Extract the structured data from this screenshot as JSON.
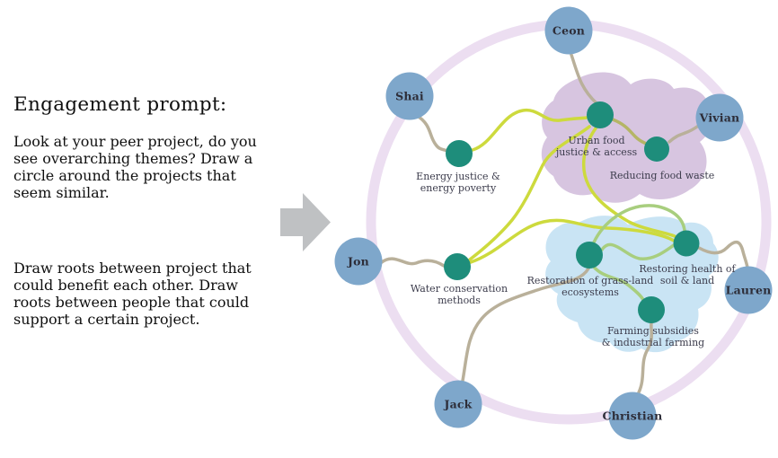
{
  "prompt_panel": {
    "title": "Engagement prompt:",
    "paragraph1": "Look at your peer project, do you\nsee overarching themes? Draw a\ncircle around the projects that\nseem similar.",
    "paragraph2": "Draw roots between project that\ncould benefit each other. Draw\nroots between people that could\nsupport a certain project."
  },
  "diagram": {
    "people": [
      {
        "id": "ceon",
        "name": "Ceon"
      },
      {
        "id": "shai",
        "name": "Shai"
      },
      {
        "id": "vivian",
        "name": "Vivian"
      },
      {
        "id": "jon",
        "name": "Jon"
      },
      {
        "id": "lauren",
        "name": "Lauren"
      },
      {
        "id": "jack",
        "name": "Jack"
      },
      {
        "id": "christian",
        "name": "Christian"
      }
    ],
    "projects": [
      {
        "id": "energy",
        "label": "Energy justice &\nenergy poverty"
      },
      {
        "id": "urban",
        "label": "Urban food\njustice & access"
      },
      {
        "id": "reducing",
        "label": "Reducing food waste"
      },
      {
        "id": "water",
        "label": "Water conservation\nmethods"
      },
      {
        "id": "restoration",
        "label": "Restoration of grass-land\necosystems"
      },
      {
        "id": "restoring",
        "label": "Restoring health of\nsoil & land"
      },
      {
        "id": "farming",
        "label": "Farming subsidies\n& industrial farming"
      }
    ],
    "theme_circles": [
      {
        "id": "food-theme",
        "members": [
          "urban",
          "reducing"
        ]
      },
      {
        "id": "land-theme",
        "members": [
          "restoration",
          "restoring",
          "farming"
        ]
      }
    ],
    "roots_person_to_project": [
      [
        "ceon",
        "urban"
      ],
      [
        "shai",
        "energy"
      ],
      [
        "vivian",
        "reducing"
      ],
      [
        "jon",
        "water"
      ],
      [
        "lauren",
        "restoring"
      ],
      [
        "jack",
        "restoration"
      ],
      [
        "christian",
        "farming"
      ]
    ],
    "roots_project_to_project": [
      [
        "energy",
        "urban"
      ],
      [
        "urban",
        "water"
      ],
      [
        "water",
        "restoring"
      ],
      [
        "urban",
        "restoring"
      ],
      [
        "urban",
        "reducing"
      ],
      [
        "restoration",
        "restoring"
      ],
      [
        "restoration",
        "farming"
      ]
    ]
  },
  "colors": {
    "person_circle": "#7ea7cb",
    "person_text": "#2d2d38",
    "project_dot": "#1e8d7b",
    "ring": "#ecdef1",
    "theme_blob_food": "#d7c5e0",
    "theme_blob_land": "#c9e4f4",
    "root_person": "#b9b09a",
    "root_project": "#cdda3d",
    "root_project_olive": "#b5b566",
    "root_project_green": "#a8ce7e",
    "arrow": "#bfc1c3",
    "label_text": "#3c3c4c",
    "prompt_text": "#0f0f0f"
  }
}
